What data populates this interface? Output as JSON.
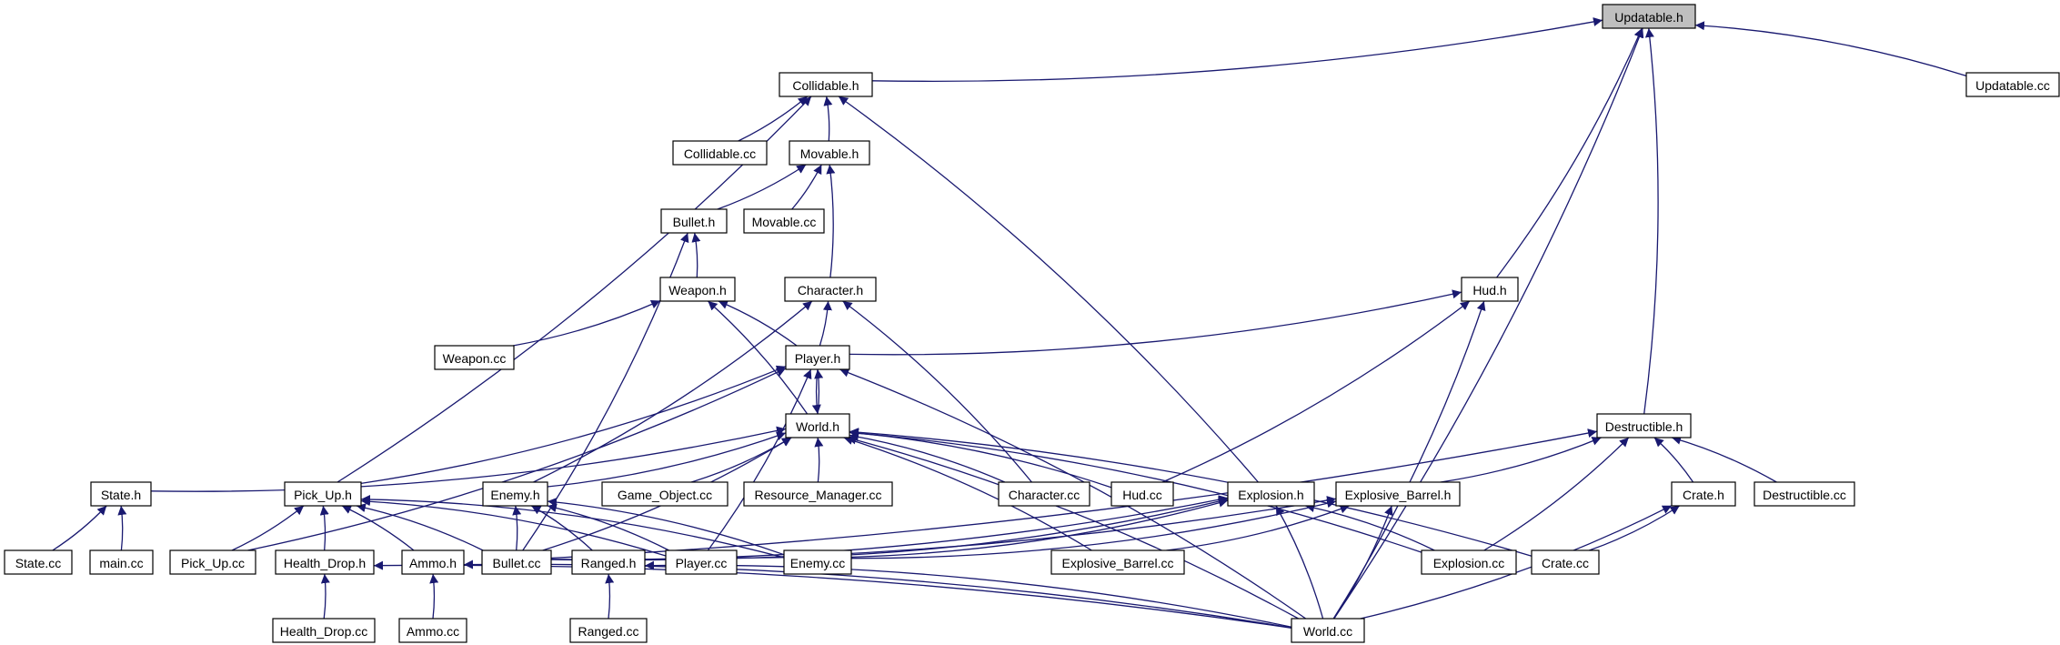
{
  "diagram": {
    "colors": {
      "edge": "#191970",
      "node_border": "#000000",
      "root_fill": "#bfbfbf",
      "node_fill": "#ffffff"
    },
    "root": "updatable_h",
    "nodes": [
      {
        "id": "updatable_h",
        "label": "Updatable.h"
      },
      {
        "id": "collidable_h",
        "label": "Collidable.h"
      },
      {
        "id": "updatable_cc",
        "label": "Updatable.cc"
      },
      {
        "id": "collidable_cc",
        "label": "Collidable.cc"
      },
      {
        "id": "movable_h",
        "label": "Movable.h"
      },
      {
        "id": "bullet_h",
        "label": "Bullet.h"
      },
      {
        "id": "movable_cc",
        "label": "Movable.cc"
      },
      {
        "id": "weapon_h",
        "label": "Weapon.h"
      },
      {
        "id": "character_h",
        "label": "Character.h"
      },
      {
        "id": "hud_h",
        "label": "Hud.h"
      },
      {
        "id": "weapon_cc",
        "label": "Weapon.cc"
      },
      {
        "id": "player_h",
        "label": "Player.h"
      },
      {
        "id": "world_h",
        "label": "World.h"
      },
      {
        "id": "destructible_h",
        "label": "Destructible.h"
      },
      {
        "id": "state_h",
        "label": "State.h"
      },
      {
        "id": "pick_up_h",
        "label": "Pick_Up.h"
      },
      {
        "id": "enemy_h",
        "label": "Enemy.h"
      },
      {
        "id": "game_object_cc",
        "label": "Game_Object.cc"
      },
      {
        "id": "resource_manager_cc",
        "label": "Resource_Manager.cc"
      },
      {
        "id": "character_cc",
        "label": "Character.cc"
      },
      {
        "id": "hud_cc",
        "label": "Hud.cc"
      },
      {
        "id": "explosion_h",
        "label": "Explosion.h"
      },
      {
        "id": "explosive_barrel_h",
        "label": "Explosive_Barrel.h"
      },
      {
        "id": "crate_h",
        "label": "Crate.h"
      },
      {
        "id": "destructible_cc",
        "label": "Destructible.cc"
      },
      {
        "id": "state_cc",
        "label": "State.cc"
      },
      {
        "id": "main_cc",
        "label": "main.cc"
      },
      {
        "id": "pick_up_cc",
        "label": "Pick_Up.cc"
      },
      {
        "id": "health_drop_h",
        "label": "Health_Drop.h"
      },
      {
        "id": "ammo_h",
        "label": "Ammo.h"
      },
      {
        "id": "bullet_cc",
        "label": "Bullet.cc"
      },
      {
        "id": "ranged_h",
        "label": "Ranged.h"
      },
      {
        "id": "player_cc",
        "label": "Player.cc"
      },
      {
        "id": "enemy_cc",
        "label": "Enemy.cc"
      },
      {
        "id": "explosive_barrel_cc",
        "label": "Explosive_Barrel.cc"
      },
      {
        "id": "explosion_cc",
        "label": "Explosion.cc"
      },
      {
        "id": "crate_cc",
        "label": "Crate.cc"
      },
      {
        "id": "health_drop_cc",
        "label": "Health_Drop.cc"
      },
      {
        "id": "ammo_cc",
        "label": "Ammo.cc"
      },
      {
        "id": "ranged_cc",
        "label": "Ranged.cc"
      },
      {
        "id": "world_cc",
        "label": "World.cc"
      }
    ],
    "edges": [
      [
        "collidable_h",
        "updatable_h"
      ],
      [
        "updatable_cc",
        "updatable_h"
      ],
      [
        "hud_h",
        "updatable_h"
      ],
      [
        "destructible_h",
        "updatable_h"
      ],
      [
        "world_cc",
        "updatable_h"
      ],
      [
        "collidable_cc",
        "collidable_h"
      ],
      [
        "movable_h",
        "collidable_h"
      ],
      [
        "pick_up_h",
        "collidable_h"
      ],
      [
        "explosion_h",
        "collidable_h"
      ],
      [
        "bullet_h",
        "movable_h"
      ],
      [
        "movable_cc",
        "movable_h"
      ],
      [
        "character_h",
        "movable_h"
      ],
      [
        "weapon_h",
        "bullet_h"
      ],
      [
        "bullet_cc",
        "bullet_h"
      ],
      [
        "weapon_cc",
        "weapon_h"
      ],
      [
        "player_h",
        "weapon_h"
      ],
      [
        "world_h",
        "weapon_h"
      ],
      [
        "player_h",
        "character_h"
      ],
      [
        "enemy_h",
        "character_h"
      ],
      [
        "character_cc",
        "character_h"
      ],
      [
        "player_h",
        "hud_h"
      ],
      [
        "hud_cc",
        "hud_h"
      ],
      [
        "world_cc",
        "hud_h"
      ],
      [
        "world_h",
        "player_h"
      ],
      [
        "pick_up_h",
        "player_h"
      ],
      [
        "pick_up_cc",
        "player_h"
      ],
      [
        "player_cc",
        "player_h"
      ],
      [
        "world_cc",
        "player_h"
      ],
      [
        "player_h",
        "world_h"
      ],
      [
        "state_h",
        "world_h"
      ],
      [
        "enemy_h",
        "world_h"
      ],
      [
        "game_object_cc",
        "world_h"
      ],
      [
        "resource_manager_cc",
        "world_h"
      ],
      [
        "character_cc",
        "world_h"
      ],
      [
        "hud_cc",
        "world_h"
      ],
      [
        "bullet_cc",
        "world_h"
      ],
      [
        "explosive_barrel_cc",
        "world_h"
      ],
      [
        "explosion_cc",
        "world_h"
      ],
      [
        "crate_cc",
        "world_h"
      ],
      [
        "world_cc",
        "world_h"
      ],
      [
        "explosive_barrel_h",
        "destructible_h"
      ],
      [
        "crate_h",
        "destructible_h"
      ],
      [
        "destructible_cc",
        "destructible_h"
      ],
      [
        "bullet_cc",
        "destructible_h"
      ],
      [
        "explosion_cc",
        "destructible_h"
      ],
      [
        "state_cc",
        "state_h"
      ],
      [
        "main_cc",
        "state_h"
      ],
      [
        "pick_up_cc",
        "pick_up_h"
      ],
      [
        "health_drop_h",
        "pick_up_h"
      ],
      [
        "ammo_h",
        "pick_up_h"
      ],
      [
        "bullet_cc",
        "pick_up_h"
      ],
      [
        "player_cc",
        "pick_up_h"
      ],
      [
        "enemy_cc",
        "pick_up_h"
      ],
      [
        "bullet_cc",
        "enemy_h"
      ],
      [
        "ranged_h",
        "enemy_h"
      ],
      [
        "player_cc",
        "enemy_h"
      ],
      [
        "enemy_cc",
        "enemy_h"
      ],
      [
        "bullet_cc",
        "explosion_h"
      ],
      [
        "player_cc",
        "explosion_h"
      ],
      [
        "enemy_cc",
        "explosion_h"
      ],
      [
        "explosion_cc",
        "explosion_h"
      ],
      [
        "world_cc",
        "explosion_h"
      ],
      [
        "bullet_cc",
        "explosive_barrel_h"
      ],
      [
        "enemy_cc",
        "explosive_barrel_h"
      ],
      [
        "explosive_barrel_cc",
        "explosive_barrel_h"
      ],
      [
        "world_cc",
        "explosive_barrel_h"
      ],
      [
        "crate_cc",
        "crate_h"
      ],
      [
        "world_cc",
        "crate_h"
      ],
      [
        "health_drop_cc",
        "health_drop_h"
      ],
      [
        "world_cc",
        "health_drop_h"
      ],
      [
        "ammo_cc",
        "ammo_h"
      ],
      [
        "world_cc",
        "ammo_h"
      ],
      [
        "ranged_cc",
        "ranged_h"
      ],
      [
        "world_cc",
        "ranged_h"
      ]
    ]
  }
}
